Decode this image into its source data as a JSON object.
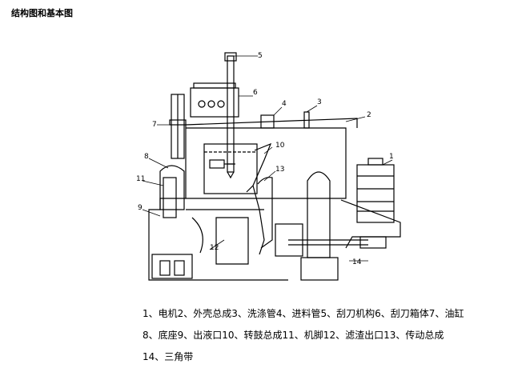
{
  "title": "结构图和基本图",
  "callouts": [
    "1",
    "2",
    "3",
    "4",
    "5",
    "6",
    "7",
    "8",
    "9",
    "10",
    "11",
    "12",
    "13",
    "14"
  ],
  "legend": {
    "line1": "1、电机2、外壳总成3、洗涤管4、进料管5、刮刀机构6、刮刀箱体7、油缸",
    "line2": "8、底座9、出液口10、转鼓总成11、机脚12、滤渣出口13、传动总成",
    "line3": "14、三角带"
  }
}
